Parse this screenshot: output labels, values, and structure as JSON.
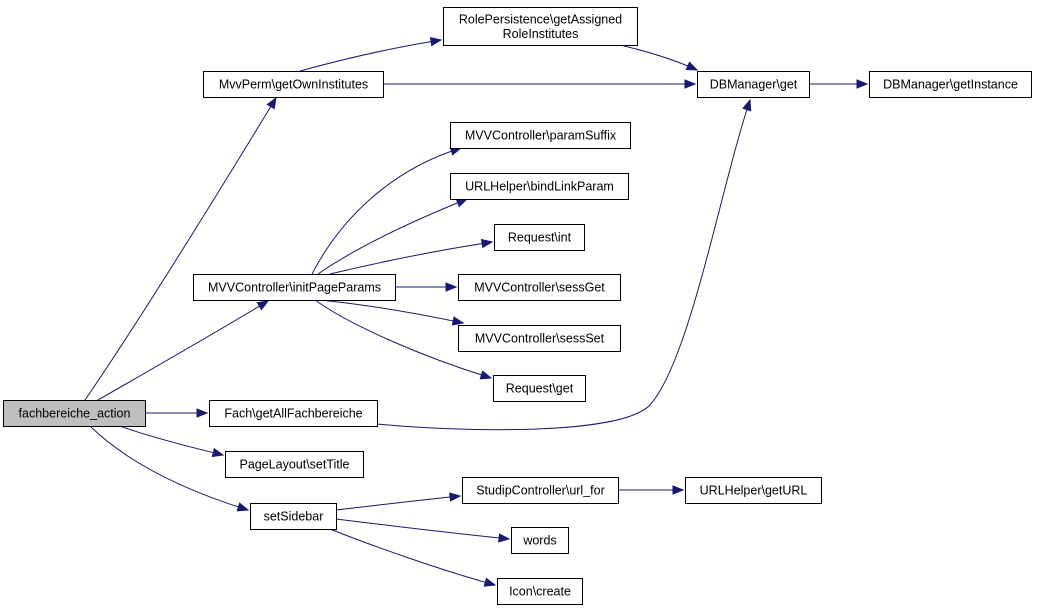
{
  "nodes": {
    "fachbereiche_action": {
      "lines": [
        "fachbereiche_action"
      ]
    },
    "getOwnInstitutes": {
      "lines": [
        "MvvPerm\\getOwnInstitutes"
      ]
    },
    "getAssignedRoleInstitutes": {
      "lines": [
        "RolePersistence\\getAssigned",
        "RoleInstitutes"
      ]
    },
    "dbGet": {
      "lines": [
        "DBManager\\get"
      ]
    },
    "dbGetInstance": {
      "lines": [
        "DBManager\\getInstance"
      ]
    },
    "paramSuffix": {
      "lines": [
        "MVVController\\paramSuffix"
      ]
    },
    "bindLinkParam": {
      "lines": [
        "URLHelper\\bindLinkParam"
      ]
    },
    "requestInt": {
      "lines": [
        "Request\\int"
      ]
    },
    "initPageParams": {
      "lines": [
        "MVVController\\initPageParams"
      ]
    },
    "sessGet": {
      "lines": [
        "MVVController\\sessGet"
      ]
    },
    "sessSet": {
      "lines": [
        "MVVController\\sessSet"
      ]
    },
    "requestGet": {
      "lines": [
        "Request\\get"
      ]
    },
    "getAllFachbereiche": {
      "lines": [
        "Fach\\getAllFachbereiche"
      ]
    },
    "setTitle": {
      "lines": [
        "PageLayout\\setTitle"
      ]
    },
    "urlFor": {
      "lines": [
        "StudipController\\url_for"
      ]
    },
    "getURL": {
      "lines": [
        "URLHelper\\getURL"
      ]
    },
    "setSidebar": {
      "lines": [
        "setSidebar"
      ]
    },
    "words": {
      "lines": [
        "words"
      ]
    },
    "iconCreate": {
      "lines": [
        "Icon\\create"
      ]
    }
  },
  "edges": [
    {
      "from": "fachbereiche_action",
      "to": "getOwnInstitutes"
    },
    {
      "from": "fachbereiche_action",
      "to": "initPageParams"
    },
    {
      "from": "fachbereiche_action",
      "to": "getAllFachbereiche"
    },
    {
      "from": "fachbereiche_action",
      "to": "setTitle"
    },
    {
      "from": "fachbereiche_action",
      "to": "setSidebar"
    },
    {
      "from": "getOwnInstitutes",
      "to": "getAssignedRoleInstitutes"
    },
    {
      "from": "getOwnInstitutes",
      "to": "dbGet"
    },
    {
      "from": "getAssignedRoleInstitutes",
      "to": "dbGet"
    },
    {
      "from": "dbGet",
      "to": "dbGetInstance"
    },
    {
      "from": "initPageParams",
      "to": "paramSuffix"
    },
    {
      "from": "initPageParams",
      "to": "bindLinkParam"
    },
    {
      "from": "initPageParams",
      "to": "requestInt"
    },
    {
      "from": "initPageParams",
      "to": "sessGet"
    },
    {
      "from": "initPageParams",
      "to": "sessSet"
    },
    {
      "from": "initPageParams",
      "to": "requestGet"
    },
    {
      "from": "getAllFachbereiche",
      "to": "dbGet"
    },
    {
      "from": "setSidebar",
      "to": "urlFor"
    },
    {
      "from": "setSidebar",
      "to": "words"
    },
    {
      "from": "setSidebar",
      "to": "iconCreate"
    },
    {
      "from": "urlFor",
      "to": "getURL"
    }
  ],
  "colors": {
    "edge": "#191970",
    "root_fill": "#bfbfbf",
    "node_fill": "#ffffff",
    "node_stroke": "#000000"
  }
}
